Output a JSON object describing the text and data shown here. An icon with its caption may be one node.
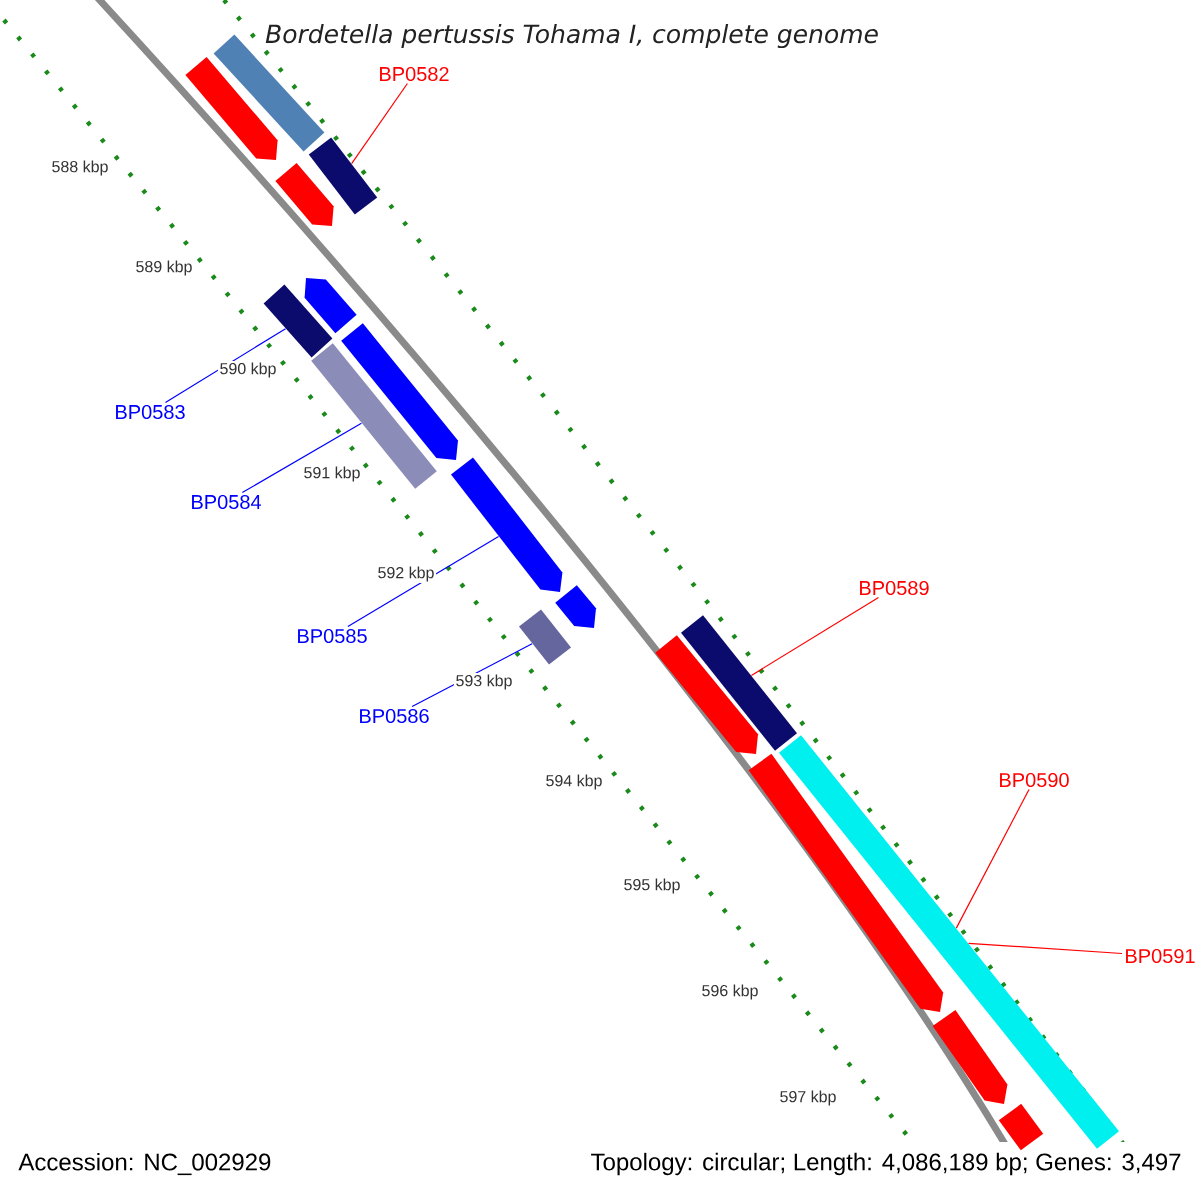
{
  "diagram": {
    "title": "Bordetella pertussis Tohama I, complete genome",
    "nodes": [
      {
        "text": [
          "BP0582"
        ]
      },
      {
        "text": [
          "BP0583"
        ]
      },
      {
        "text": [
          "BP0584"
        ]
      },
      {
        "text": [
          "BP0585"
        ]
      },
      {
        "text": [
          "BP0586"
        ]
      },
      {
        "text": [
          "BP0589"
        ]
      },
      {
        "text": [
          "BP0590"
        ]
      },
      {
        "text": [
          "BP0591"
        ]
      },
      {
        "text": [],
        "shape": "bar"
      },
      {
        "text": [],
        "shape": "bar"
      },
      {
        "text": [],
        "shape": "bar"
      },
      {
        "text": [],
        "shape": "bar"
      },
      {
        "text": [],
        "shape": "bar"
      },
      {
        "text": [],
        "shape": "bar"
      },
      {
        "text": [],
        "shape": "bar"
      },
      {
        "text": [],
        "shape": "bar"
      },
      {
        "text": [],
        "shape": "bar"
      },
      {
        "text": [],
        "shape": "bar"
      },
      {
        "text": [],
        "shape": "bar"
      },
      {
        "text": [],
        "shape": "bar"
      },
      {
        "text": [],
        "shape": "bar"
      },
      {
        "text": [],
        "shape": "bar"
      },
      {
        "text": [],
        "shape": "bar"
      },
      {
        "text": [],
        "shape": "bar"
      },
      {
        "text": [],
        "shape": "bar"
      }
    ],
    "edges": [
      {
        "from": 0,
        "to": 10,
        "arrow": "none"
      },
      {
        "from": 1,
        "to": 13,
        "arrow": "none",
        "color": "#0000ff"
      },
      {
        "from": 2,
        "to": 15,
        "arrow": "none",
        "color": "#0000ff"
      },
      {
        "from": 3,
        "to": 16,
        "arrow": "none",
        "color": "#0000ff"
      },
      {
        "from": 4,
        "to": 18,
        "arrow": "none",
        "color": "#0000ff"
      },
      {
        "from": 5,
        "to": 19,
        "arrow": "none"
      },
      {
        "from": 6,
        "to": 21,
        "arrow": "none"
      },
      {
        "from": 7,
        "to": 21,
        "arrow": "none"
      }
    ],
    "labels": [
      "588 kbp",
      "589 kbp",
      "590 kbp",
      "591 kbp",
      "592 kbp",
      "593 kbp",
      "594 kbp",
      "595 kbp",
      "596 kbp",
      "597 kbp",
      "Accession: NC_002929",
      "Topology: circular; Length: 4,086,189 bp; Genes: 3,497"
    ]
  }
}
